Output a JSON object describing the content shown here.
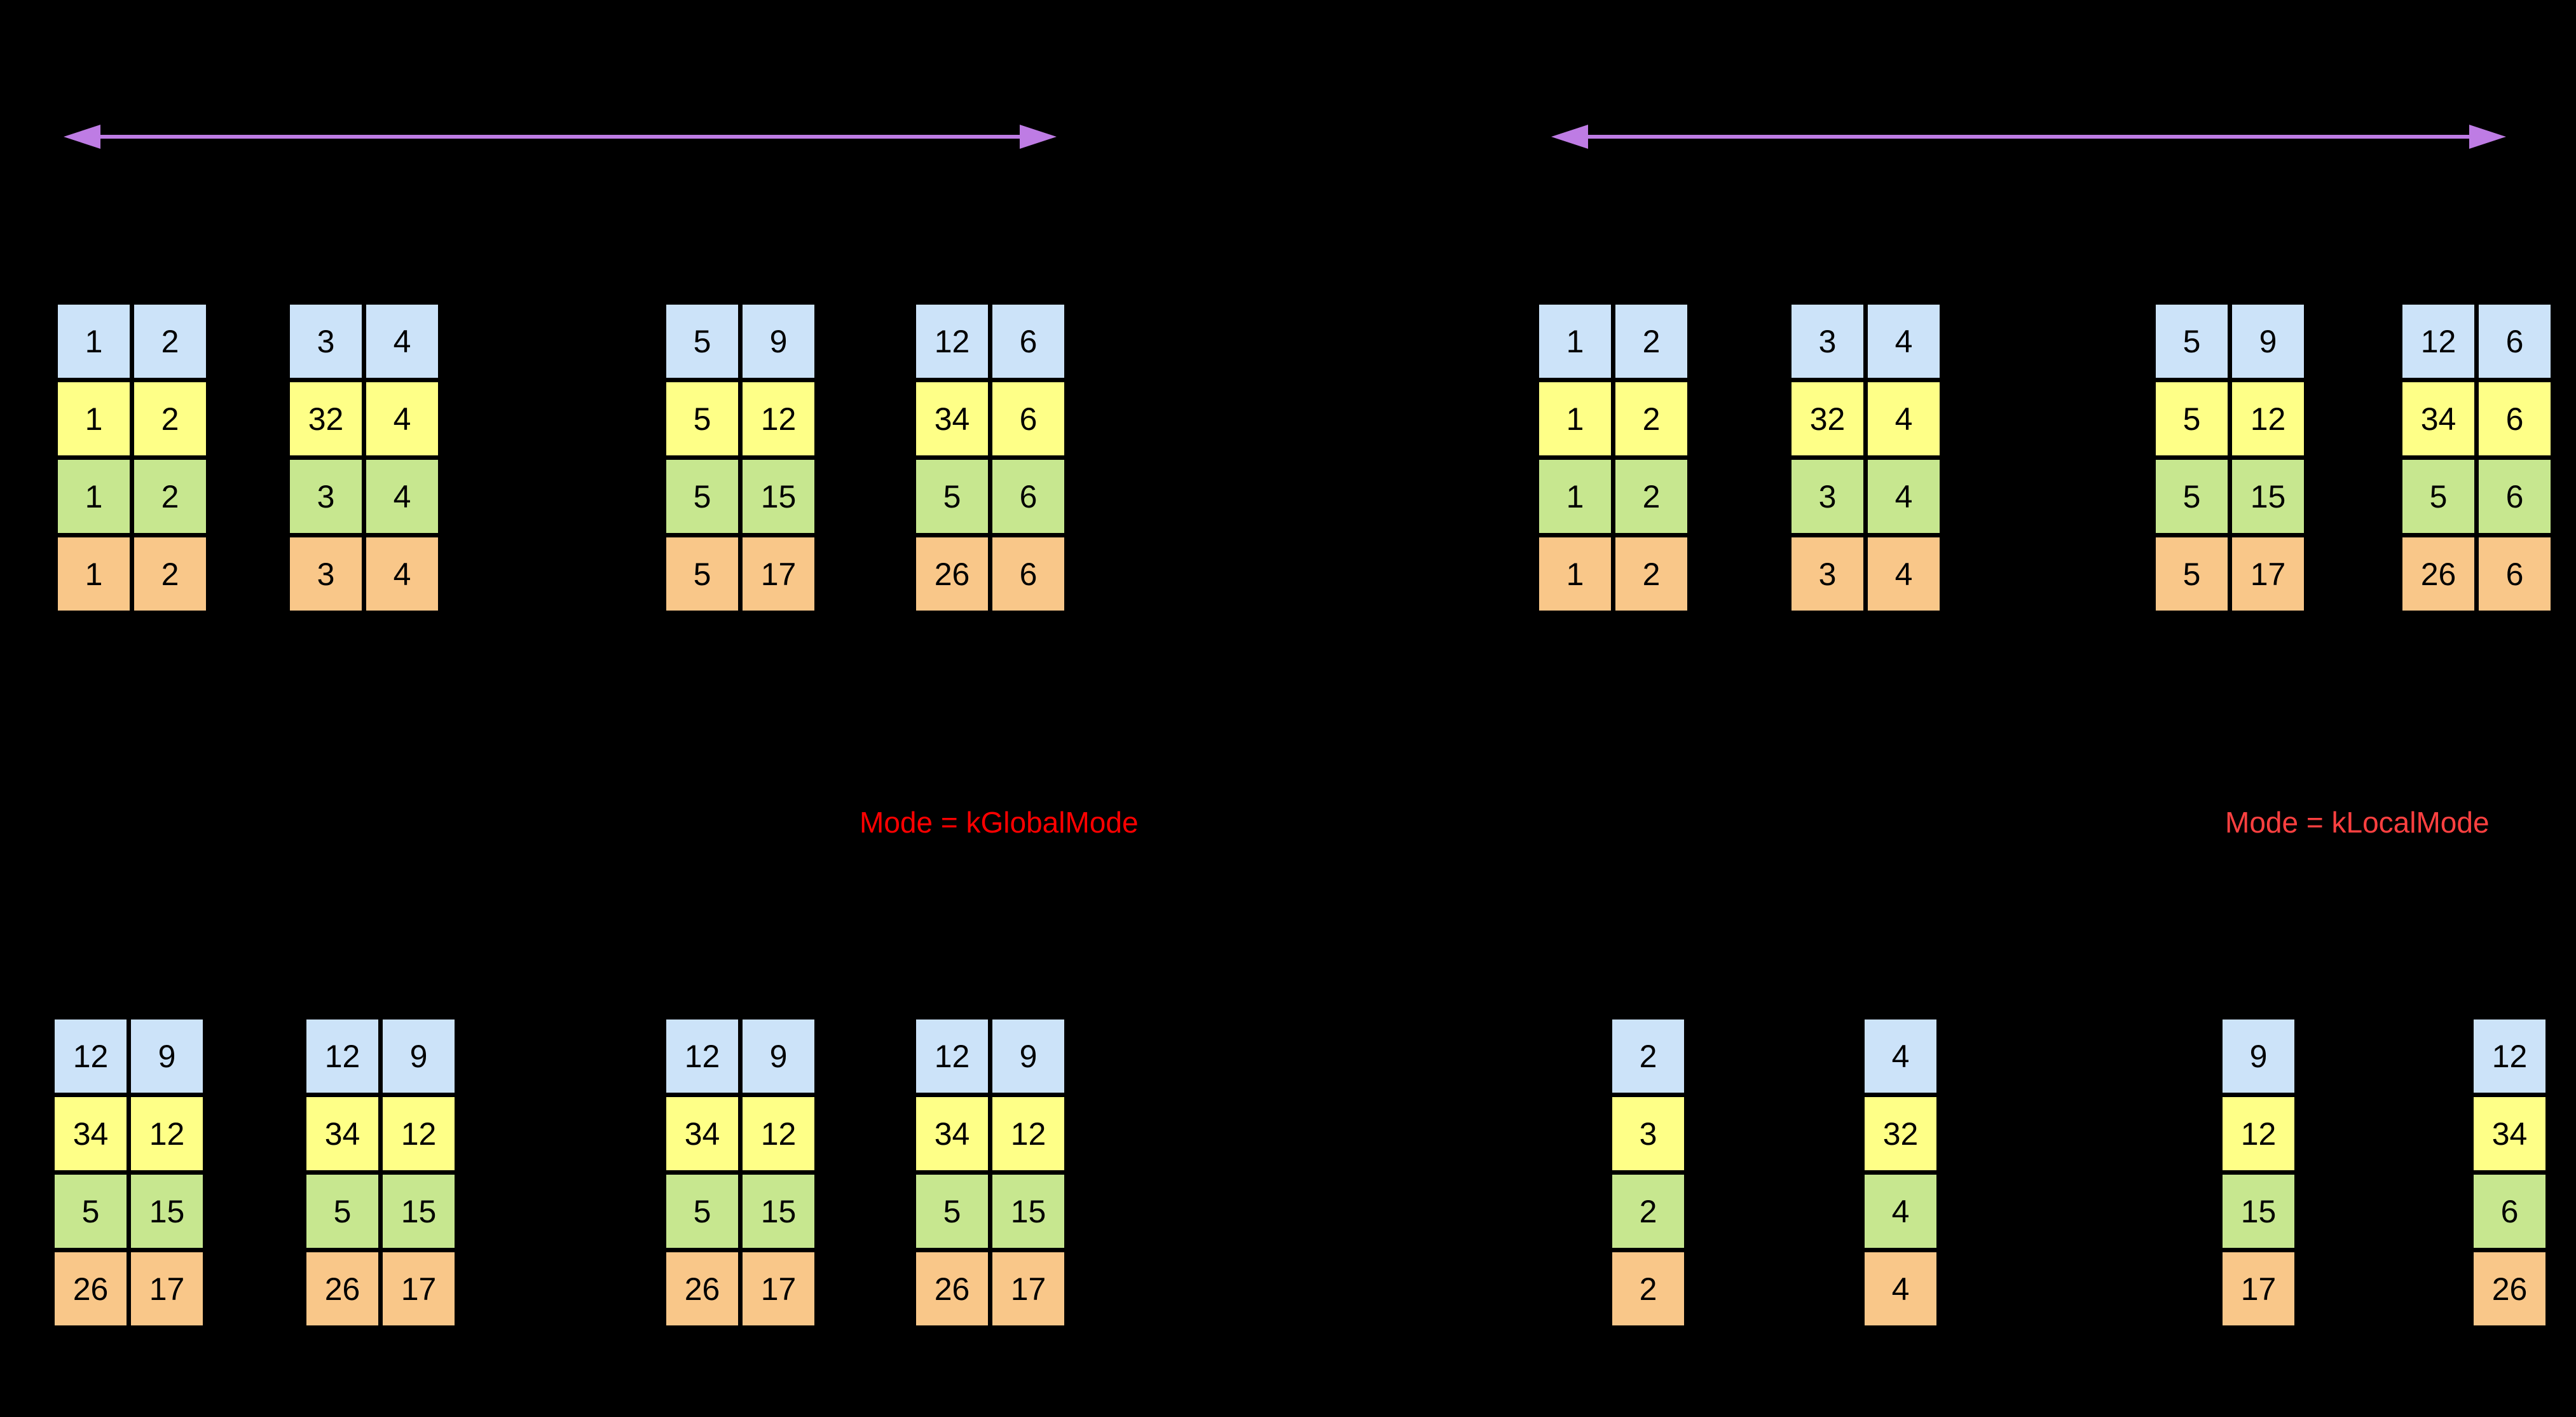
{
  "colors": {
    "background": "#000000",
    "row_colors": [
      "#CCE3F9",
      "#FEFF87",
      "#C7E78F",
      "#F9C789"
    ],
    "cell_text": "#000000",
    "cell_border": "#000000",
    "arrow": "#BE7CE4",
    "global_mode_text": "#FF0000",
    "local_mode_text": "#FF4040"
  },
  "icons": {
    "span_arrow": "double-headed-horizontal-arrow"
  },
  "annotations": {
    "global_mode_label": "Mode = kGlobalMode",
    "local_mode_label": "Mode = kLocalMode"
  },
  "panels": {
    "global": {
      "input_tables": [
        {
          "rows": [
            [
              "1",
              "2"
            ],
            [
              "1",
              "2"
            ],
            [
              "1",
              "2"
            ],
            [
              "1",
              "2"
            ]
          ]
        },
        {
          "rows": [
            [
              "3",
              "4"
            ],
            [
              "32",
              "4"
            ],
            [
              "3",
              "4"
            ],
            [
              "3",
              "4"
            ]
          ]
        },
        {
          "rows": [
            [
              "5",
              "9"
            ],
            [
              "5",
              "12"
            ],
            [
              "5",
              "15"
            ],
            [
              "5",
              "17"
            ]
          ]
        },
        {
          "rows": [
            [
              "12",
              "6"
            ],
            [
              "34",
              "6"
            ],
            [
              "5",
              "6"
            ],
            [
              "26",
              "6"
            ]
          ]
        }
      ],
      "output_tables": [
        {
          "rows": [
            [
              "12",
              "9"
            ],
            [
              "34",
              "12"
            ],
            [
              "5",
              "15"
            ],
            [
              "26",
              "17"
            ]
          ]
        },
        {
          "rows": [
            [
              "12",
              "9"
            ],
            [
              "34",
              "12"
            ],
            [
              "5",
              "15"
            ],
            [
              "26",
              "17"
            ]
          ]
        },
        {
          "rows": [
            [
              "12",
              "9"
            ],
            [
              "34",
              "12"
            ],
            [
              "5",
              "15"
            ],
            [
              "26",
              "17"
            ]
          ]
        },
        {
          "rows": [
            [
              "12",
              "9"
            ],
            [
              "34",
              "12"
            ],
            [
              "5",
              "15"
            ],
            [
              "26",
              "17"
            ]
          ]
        }
      ]
    },
    "local": {
      "input_tables": [
        {
          "rows": [
            [
              "1",
              "2"
            ],
            [
              "1",
              "2"
            ],
            [
              "1",
              "2"
            ],
            [
              "1",
              "2"
            ]
          ]
        },
        {
          "rows": [
            [
              "3",
              "4"
            ],
            [
              "32",
              "4"
            ],
            [
              "3",
              "4"
            ],
            [
              "3",
              "4"
            ]
          ]
        },
        {
          "rows": [
            [
              "5",
              "9"
            ],
            [
              "5",
              "12"
            ],
            [
              "5",
              "15"
            ],
            [
              "5",
              "17"
            ]
          ]
        },
        {
          "rows": [
            [
              "12",
              "6"
            ],
            [
              "34",
              "6"
            ],
            [
              "5",
              "6"
            ],
            [
              "26",
              "6"
            ]
          ]
        }
      ],
      "output_columns": [
        {
          "rows": [
            [
              "2"
            ],
            [
              "3"
            ],
            [
              "2"
            ],
            [
              "2"
            ]
          ]
        },
        {
          "rows": [
            [
              "4"
            ],
            [
              "32"
            ],
            [
              "4"
            ],
            [
              "4"
            ]
          ]
        },
        {
          "rows": [
            [
              "9"
            ],
            [
              "12"
            ],
            [
              "15"
            ],
            [
              "17"
            ]
          ]
        },
        {
          "rows": [
            [
              "12"
            ],
            [
              "34"
            ],
            [
              "6"
            ],
            [
              "26"
            ]
          ]
        }
      ]
    }
  }
}
